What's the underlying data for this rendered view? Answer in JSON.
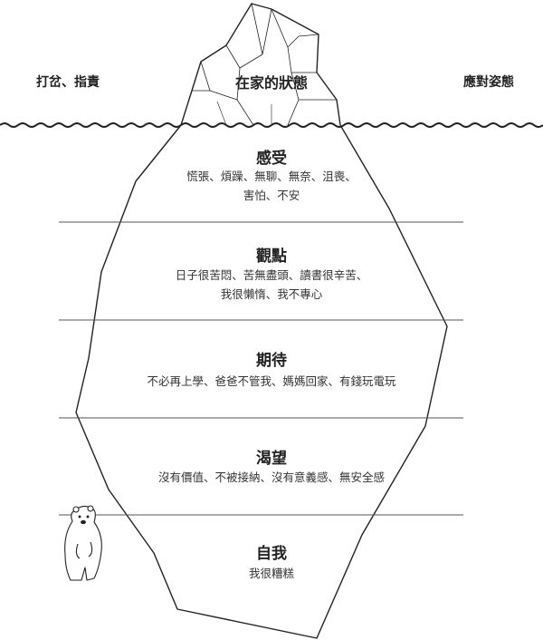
{
  "labels": {
    "left": "打岔、指責",
    "center": "在家的狀態",
    "right": "應對姿態"
  },
  "layers": [
    {
      "title": "感受",
      "lines": [
        "慌張、煩躁、無聊、無奈、沮喪、",
        "害怕、不安"
      ]
    },
    {
      "title": "觀點",
      "lines": [
        "日子很苦悶、苦無盡頭、讀書很辛苦、",
        "我很懶惰、我不專心"
      ]
    },
    {
      "title": "期待",
      "lines": [
        "不必再上學、爸爸不管我、媽媽回家、有錢玩電玩"
      ]
    },
    {
      "title": "渴望",
      "lines": [
        "沒有價值、不被接納、沒有意義感、無安全感"
      ]
    },
    {
      "title": "自我",
      "lines": [
        "我很糟糕"
      ]
    }
  ],
  "illustration": {
    "icon": "polar-bear-icon"
  },
  "colors": {
    "line": "#222222",
    "separator": "#555555",
    "background": "#ffffff"
  }
}
